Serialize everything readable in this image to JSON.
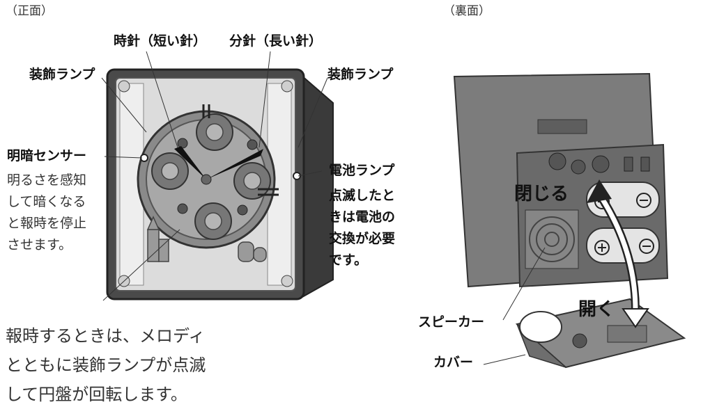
{
  "front": {
    "header": "（正面）",
    "hour_hand_label": "時針（短い針）",
    "minute_hand_label": "分針（長い針）",
    "deco_lamp_left_label": "装飾ランプ",
    "deco_lamp_right_label": "装飾ランプ",
    "light_sensor_label": "明暗センサー",
    "light_sensor_desc": "明るさを感知して暗くなると報時を停止させます。",
    "battery_lamp_label": "電池ランプ",
    "battery_lamp_desc": "点滅したときは電池の交換が必要です。",
    "chime_desc": "報時するときは、メロディとともに装飾ランプが点滅して円盤が回転します。"
  },
  "back": {
    "header": "（裏面）",
    "close_label": "閉じる",
    "open_label": "開く",
    "speaker_label": "スピーカー",
    "cover_label": "カバー"
  }
}
